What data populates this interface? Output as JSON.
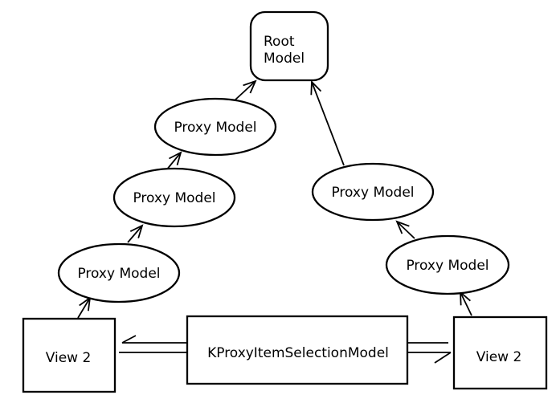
{
  "diagram": {
    "colors": {
      "background": "#ffffff",
      "line": "#000000",
      "text": "#000000"
    },
    "nodes": {
      "root_model": {
        "line1": "Root",
        "line2": "Model",
        "shape": "rounded-rectangle"
      },
      "proxy_top_left": {
        "label": "Proxy Model",
        "shape": "ellipse"
      },
      "proxy_mid_left": {
        "label": "Proxy Model",
        "shape": "ellipse"
      },
      "proxy_bottom_left": {
        "label": "Proxy Model",
        "shape": "ellipse"
      },
      "proxy_top_right": {
        "label": "Proxy Model",
        "shape": "ellipse"
      },
      "proxy_bottom_right": {
        "label": "Proxy Model",
        "shape": "ellipse"
      },
      "view_left": {
        "label": "View 2",
        "shape": "rectangle"
      },
      "view_right": {
        "label": "View 2",
        "shape": "rectangle"
      },
      "selection_model": {
        "label": "KProxyItemSelectionModel",
        "shape": "rectangle"
      }
    },
    "edges": [
      {
        "from": "view_left",
        "to": "proxy_bottom_left",
        "style": "open-arrow"
      },
      {
        "from": "proxy_bottom_left",
        "to": "proxy_mid_left",
        "style": "open-arrow"
      },
      {
        "from": "proxy_mid_left",
        "to": "proxy_top_left",
        "style": "open-arrow"
      },
      {
        "from": "proxy_top_left",
        "to": "root_model",
        "style": "open-arrow"
      },
      {
        "from": "proxy_top_right",
        "to": "root_model",
        "style": "open-arrow"
      },
      {
        "from": "proxy_bottom_right",
        "to": "proxy_top_right",
        "style": "open-arrow"
      },
      {
        "from": "view_right",
        "to": "proxy_bottom_right",
        "style": "open-arrow"
      },
      {
        "from": "selection_model",
        "to": "view_left",
        "style": "half-arrow"
      },
      {
        "from": "selection_model",
        "to": "view_right",
        "style": "half-arrow"
      }
    ]
  }
}
